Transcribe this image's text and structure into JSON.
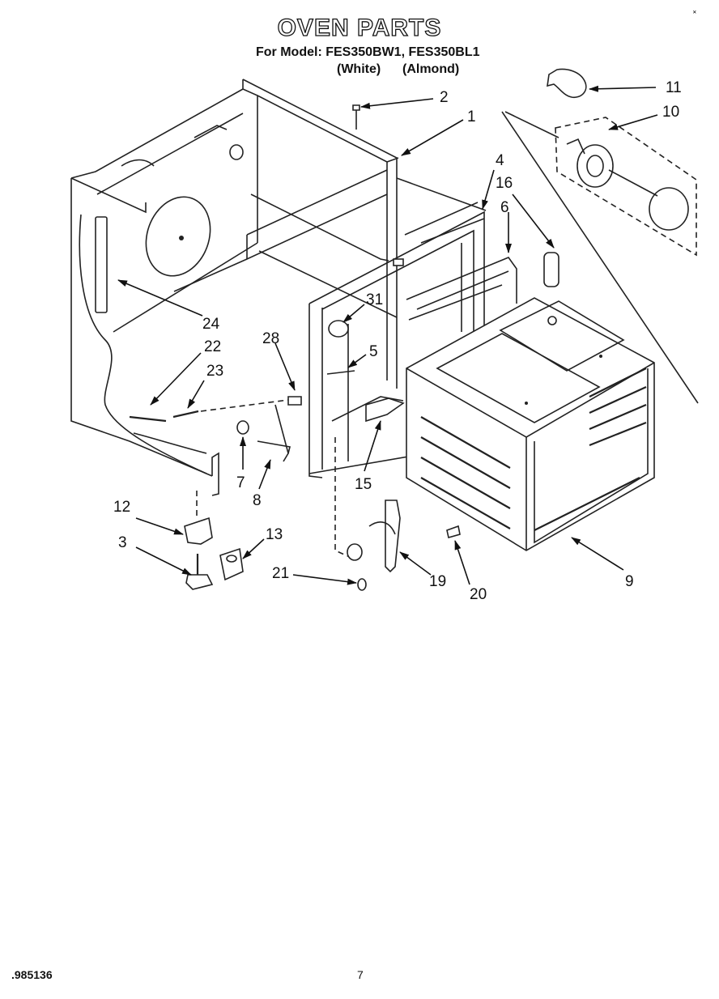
{
  "header": {
    "title": "OVEN PARTS",
    "model_line": "For Model: FES350BW1, FES350BL1",
    "color_white": "(White)",
    "color_almond": "(Almond)"
  },
  "corner_mark": "˟",
  "footer": {
    "doc_number": ".985136",
    "page_number": "7"
  },
  "callouts": [
    "1",
    "2",
    "3",
    "4",
    "5",
    "6",
    "7",
    "8",
    "9",
    "10",
    "11",
    "12",
    "13",
    "15",
    "16",
    "19",
    "20",
    "21",
    "22",
    "23",
    "24",
    "28",
    "31"
  ]
}
